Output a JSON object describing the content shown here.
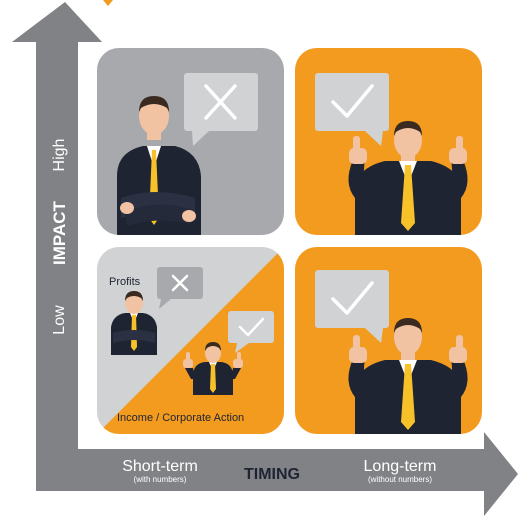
{
  "axes": {
    "y_title": "IMPACT",
    "y_high": "High",
    "y_low": "Low",
    "x_title": "TIMING",
    "x_short": "Short-term",
    "x_short_sub": "(with numbers)",
    "x_long": "Long-term",
    "x_long_sub": "(without numbers)"
  },
  "quadrants": {
    "bottom_left": {
      "top_label": "Profits",
      "bottom_label": "Income / Corporate Action"
    }
  },
  "colors": {
    "orange": "#f39b1f",
    "gray_panel": "#a7a9ac",
    "light_gray": "#d0d2d3",
    "axis_gray": "#808285",
    "suit": "#1f2433",
    "tie": "#f7c229"
  }
}
